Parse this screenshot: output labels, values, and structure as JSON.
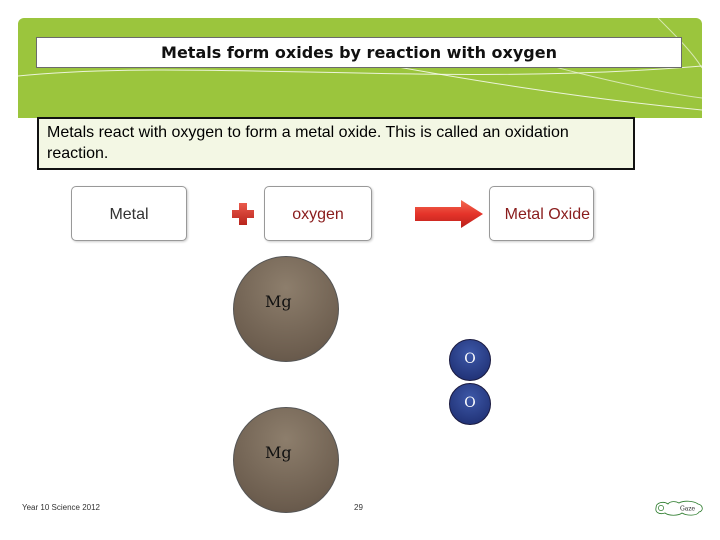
{
  "slide": {
    "title": "Metals form oxides by reaction with oxygen",
    "intro": "Metals react with oxygen to form a metal oxide. This is called an oxidation reaction."
  },
  "equation": {
    "metal_label": "Metal",
    "plus_icon": "plus-icon",
    "oxygen_label": "oxygen",
    "arrow_icon": "right-arrow-icon",
    "product_label": "Metal Oxide"
  },
  "model": {
    "metal_atoms": [
      "Mg",
      "Mg"
    ],
    "oxygen_atoms": [
      "O",
      "O"
    ]
  },
  "footer": {
    "course": "Year 10 Science 2012",
    "page": "29",
    "logo_text": "Gaze"
  },
  "colors": {
    "header_green": "#9bc53d",
    "arrow_red": "#e53a2a",
    "plus_red": "#d4342a",
    "magnesium_brown": "#7a6a59",
    "oxygen_blue": "#2e4591"
  }
}
